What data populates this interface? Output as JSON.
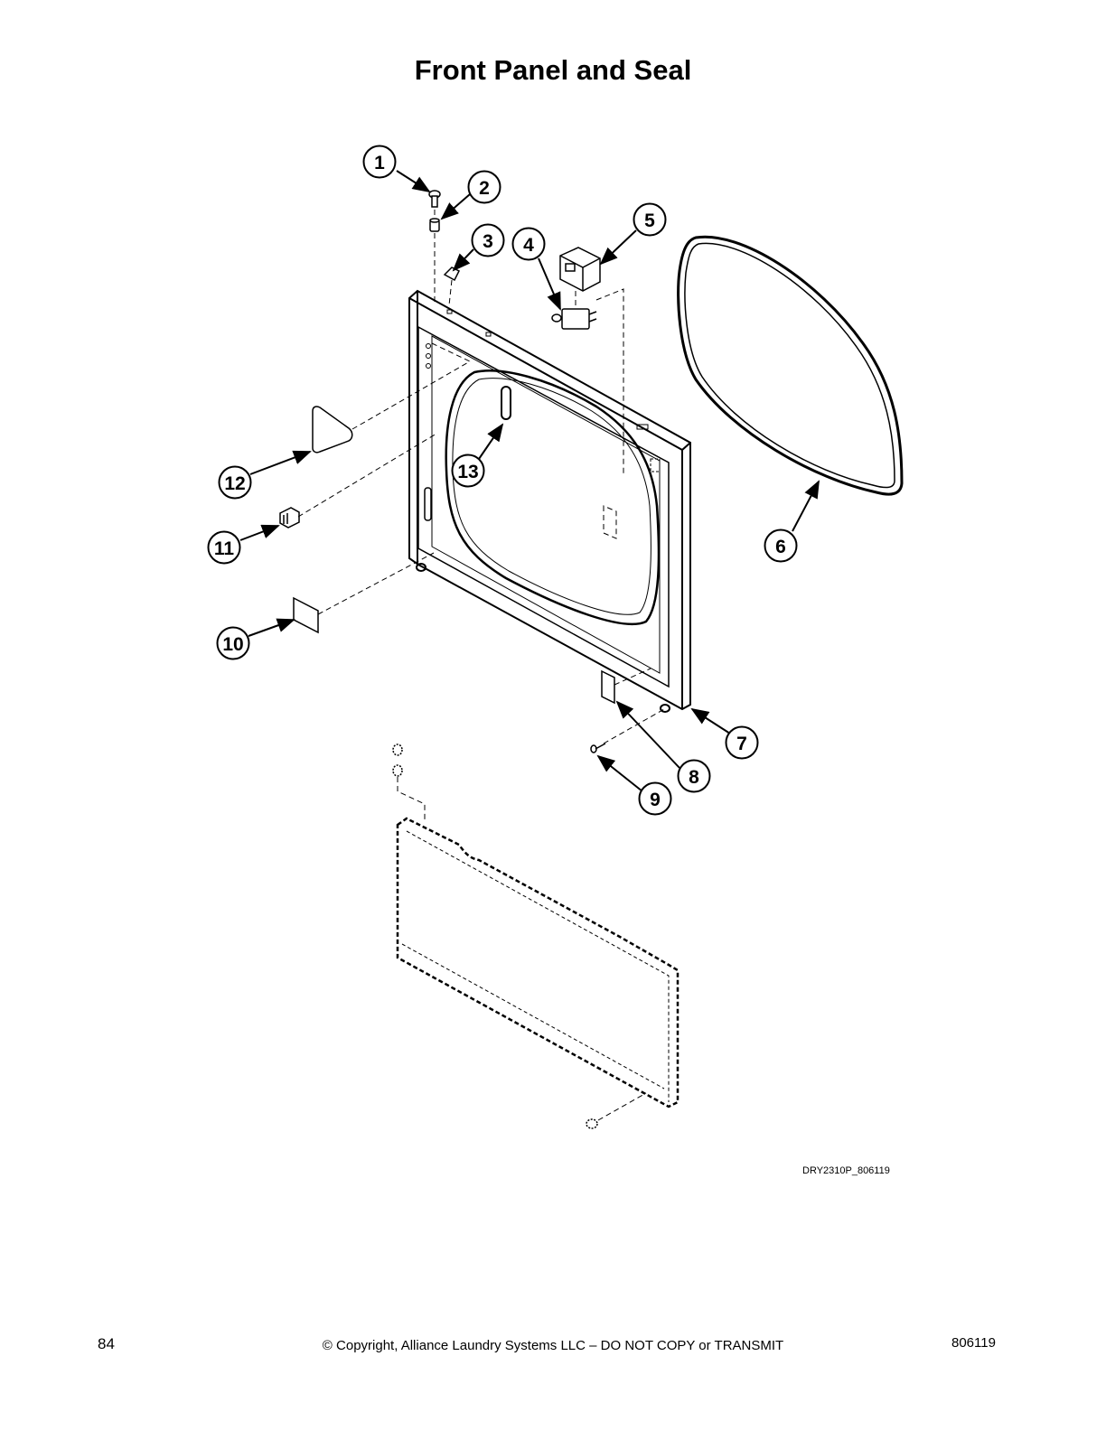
{
  "page": {
    "title": "Front Panel and Seal",
    "drawing_id": "DRY2310P_806119"
  },
  "callouts": [
    "1",
    "2",
    "3",
    "4",
    "5",
    "6",
    "7",
    "8",
    "9",
    "10",
    "11",
    "12",
    "13"
  ],
  "footer": {
    "page_number": "84",
    "copyright": "© Copyright, Alliance Laundry Systems LLC – DO NOT COPY or TRANSMIT",
    "document_number": "806119"
  }
}
